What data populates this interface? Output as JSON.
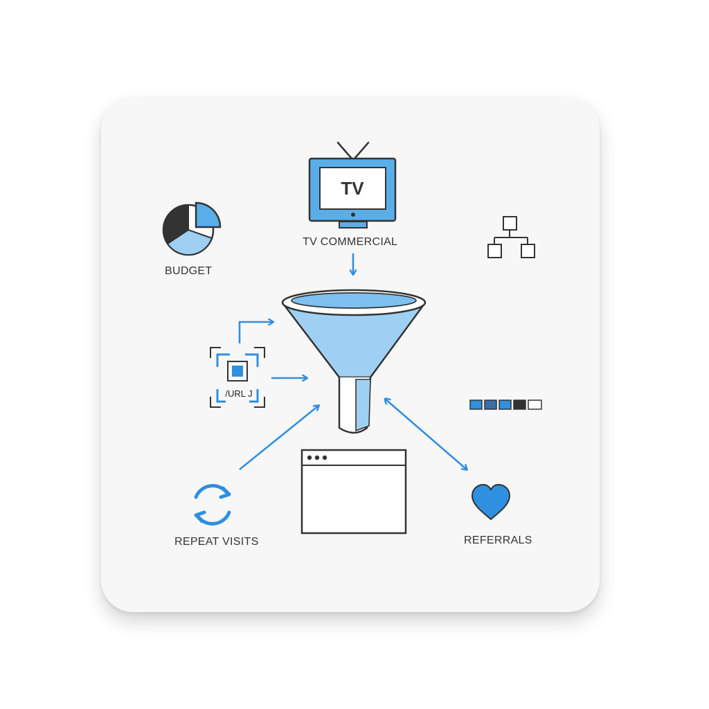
{
  "labels": {
    "budget": "BUDGET",
    "tv_commercial": "TV COMMERCIAL",
    "repeat_visits": "REPEAT VISITS",
    "referrals": "REFERRALS"
  },
  "screen_text": "TV",
  "qr_text": "/URL J",
  "icons": [
    "pie-chart-icon",
    "tv-icon",
    "org-chart-icon",
    "funnel-icon",
    "qr-code-icon",
    "progress-blocks-icon",
    "browser-window-icon",
    "refresh-icon",
    "heart-icon"
  ],
  "colors": {
    "accent_blue": "#2f8fe0",
    "light_blue": "#9fd0f3",
    "ink": "#333333",
    "card": "#f7f7f7"
  }
}
